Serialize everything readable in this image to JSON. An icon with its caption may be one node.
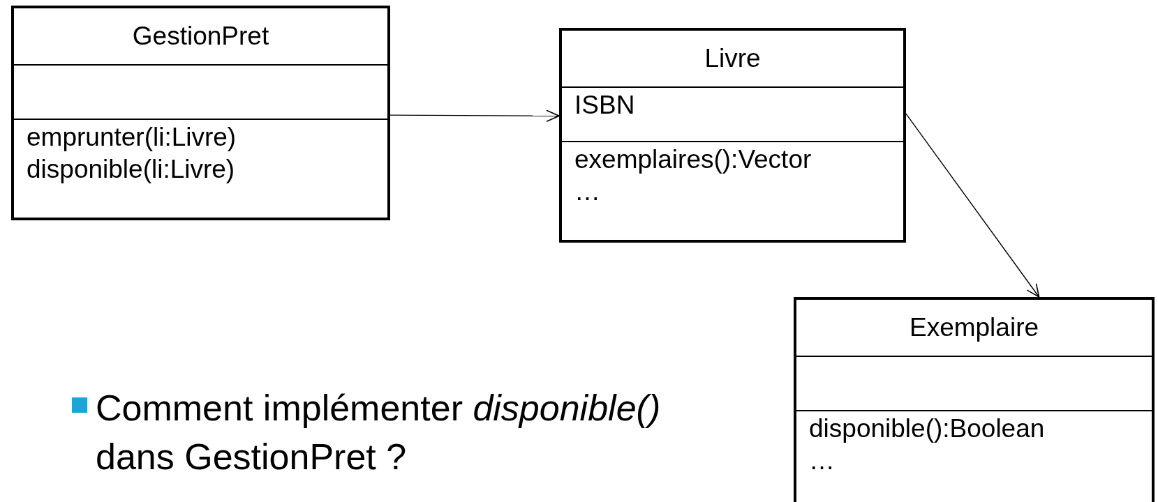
{
  "diagram": {
    "nodes": [
      {
        "text": [
          "GestionPret",
          "emprunter(li:Livre)",
          "disponible(li:Livre)"
        ]
      },
      {
        "text": [
          "Livre",
          "ISBN",
          "exemplaires():Vector",
          "…"
        ]
      },
      {
        "text": [
          "Exemplaire",
          "disponible():Boolean",
          "…"
        ]
      }
    ],
    "edges": [
      {
        "from": 0,
        "to": 1,
        "arrow": "to"
      },
      {
        "from": 1,
        "to": 2,
        "arrow": "to"
      }
    ],
    "labels": [
      "Comment implémenter *disponible()* dans GestionPret ?"
    ]
  }
}
